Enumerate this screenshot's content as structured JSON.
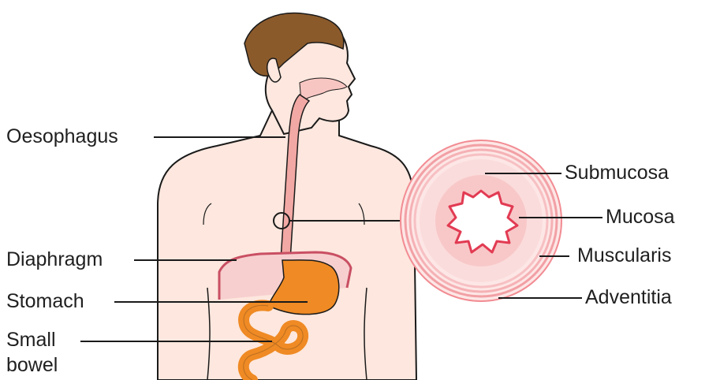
{
  "labels": {
    "oesophagus": "Oesophagus",
    "diaphragm": "Diaphragm",
    "stomach": "Stomach",
    "small_bowel_1": "Small",
    "small_bowel_2": "bowel",
    "submucosa": "Submucosa",
    "mucosa": "Mucosa",
    "muscularis": "Muscularis",
    "adventitia": "Adventitia"
  },
  "colors": {
    "skin": "#fde7de",
    "outline": "#1a1a1a",
    "hair": "#8b5a2b",
    "oesophagus": "#f2a8a4",
    "stomach": "#ef8a24",
    "diaphragm": "#c94f63",
    "mucosa_line": "#e23b53",
    "ring_outer": "#f4a7ab"
  }
}
